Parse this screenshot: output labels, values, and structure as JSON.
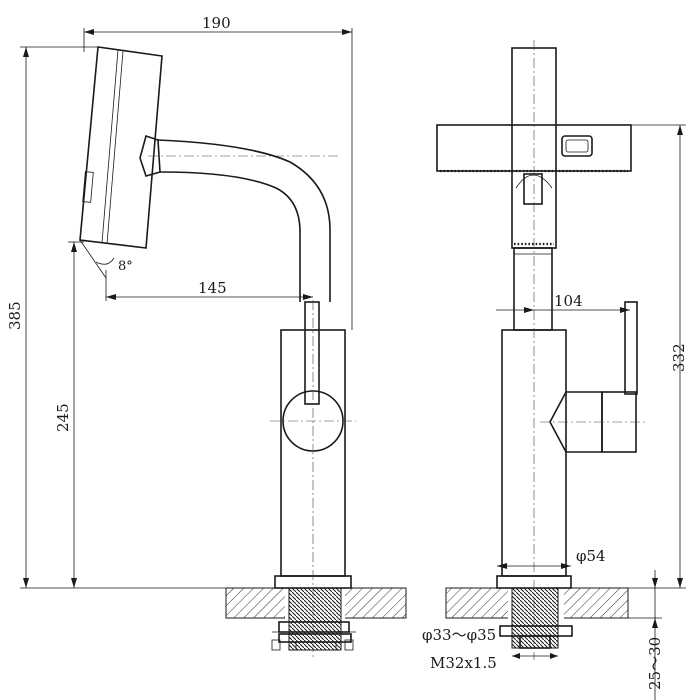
{
  "dimensions": {
    "overall_width": "190",
    "overall_height": "385",
    "spout_reach": "145",
    "body_height": "245",
    "rotation_angle": "8°",
    "side_reach": "104",
    "side_height": "332",
    "base_diameter": "φ54",
    "hole_diameter": "φ33～φ35",
    "thread": "M32x1.5",
    "counter_thickness": "25～30"
  }
}
